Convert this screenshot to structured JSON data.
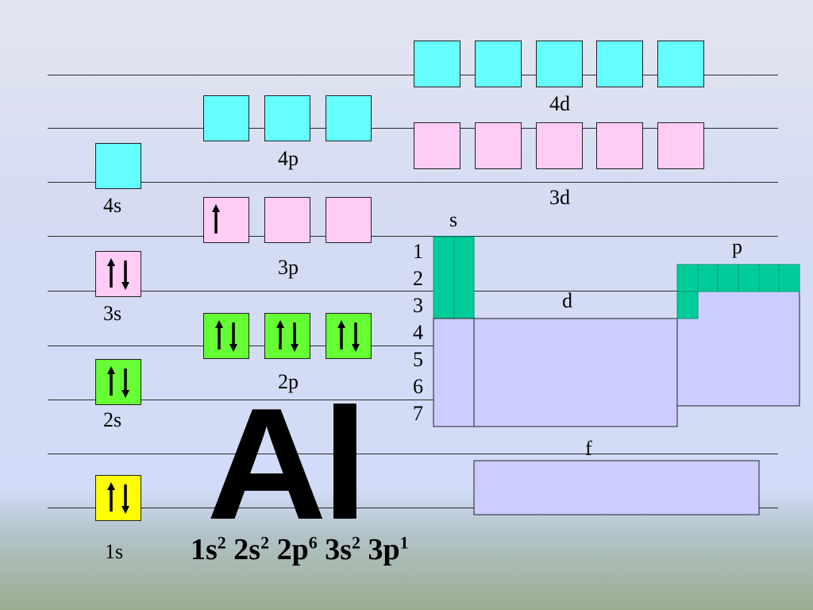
{
  "element_symbol": "Al",
  "configuration": [
    {
      "orbital": "1s",
      "exp": "2"
    },
    {
      "orbital": "2s",
      "exp": "2"
    },
    {
      "orbital": "2p",
      "exp": "6"
    },
    {
      "orbital": "3s",
      "exp": "2"
    },
    {
      "orbital": "3p",
      "exp": "1"
    }
  ],
  "orbital_labels": {
    "s1": "1s",
    "s2": "2s",
    "s3": "3s",
    "s4": "4s",
    "p2": "2p",
    "p3": "3p",
    "p4": "4p",
    "d3": "3d",
    "d4": "4d"
  },
  "block_labels": {
    "s": "s",
    "p": "p",
    "d": "d",
    "f": "f"
  },
  "period_numbers": [
    "1",
    "2",
    "3",
    "4",
    "5",
    "6",
    "7"
  ],
  "orbital_electrons": {
    "1s": [
      2
    ],
    "2s": [
      2
    ],
    "2p": [
      2,
      2,
      2
    ],
    "3s": [
      2
    ],
    "3p": [
      1,
      0,
      0
    ],
    "4s": [
      0
    ],
    "3d": [
      0,
      0,
      0,
      0,
      0
    ],
    "4p": [
      0,
      0,
      0
    ],
    "4d": [
      0,
      0,
      0,
      0,
      0
    ]
  },
  "colors": {
    "filled_1s": "#ffff00",
    "filled_n2": "#66ff33",
    "n3": "#ffccf5",
    "n4": "#66ffff",
    "filled_block": "#00cc99",
    "empty_block": "#ccccff"
  }
}
